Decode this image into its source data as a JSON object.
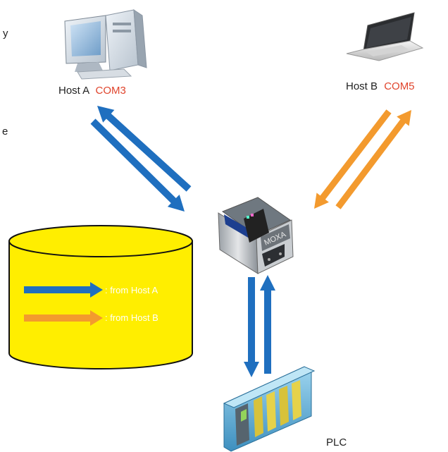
{
  "page_edge_text": {
    "line1_char": "y",
    "line2_char": "e"
  },
  "host_a": {
    "name": "Host A",
    "port": "COM3"
  },
  "host_b": {
    "name": "Host B",
    "port": "COM5"
  },
  "device": {
    "brand": "MOXA"
  },
  "plc": {
    "label": "PLC"
  },
  "legend": {
    "entries": [
      {
        "text": ": from Host  A",
        "color": "#1f6fbf"
      },
      {
        "text": ": from Host  B",
        "color": "#f39a2e"
      }
    ]
  },
  "colors": {
    "host_a_arrow": "#1f6fbf",
    "host_b_arrow": "#f39a2e",
    "plc_arrow": "#1f6fbf",
    "port_label": "#e0442c",
    "database_fill": "#ffee00",
    "database_stroke": "#111111"
  },
  "icons": {
    "host_a": "desktop-computer-icon",
    "host_b": "laptop-icon",
    "device": "serial-device-server-icon",
    "plc": "plc-rack-icon"
  }
}
